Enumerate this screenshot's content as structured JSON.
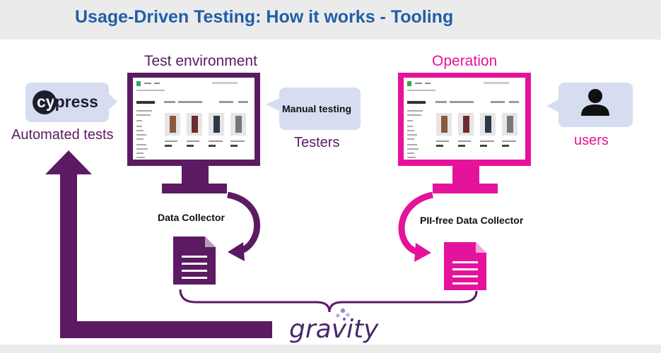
{
  "slide": {
    "title": "Usage-Driven Testing: How it works - Tooling"
  },
  "left_side": {
    "heading": "Test environment",
    "cypress_logo_text": "cypress",
    "automated_label": "Automated tests",
    "manual_bubble": "Manual testing",
    "testers_label": "Testers",
    "collector_label": "Data Collector"
  },
  "right_side": {
    "heading": "Operation",
    "users_label": "users",
    "collector_label": "PII-free Data Collector"
  },
  "gravity": {
    "logo_text": "gravity"
  },
  "colors": {
    "purple": "#5c1a63",
    "pink": "#e5139b",
    "title_blue": "#1f5fa8",
    "bubble": "#d7ddf1"
  },
  "icons": [
    "monitor-icon",
    "document-icon",
    "person-icon",
    "curved-arrow-icon",
    "up-arrow-icon",
    "brace-icon"
  ]
}
